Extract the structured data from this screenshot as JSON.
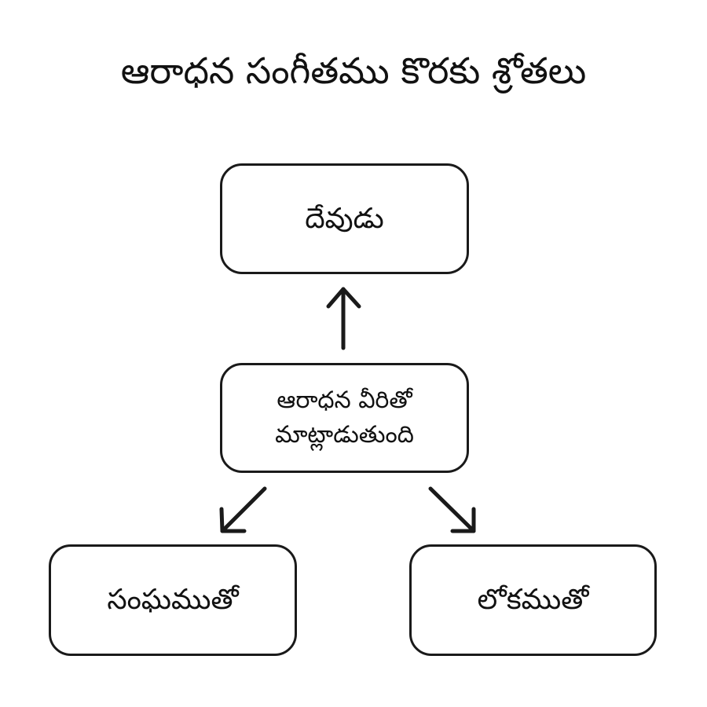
{
  "title": "ఆరాధన సంగీతము కొరకు శ్రోతలు",
  "nodes": {
    "god": "దేవుడు",
    "worship_line1": "ఆరాధన వీరితో",
    "worship_line2": "మాట్లాడుతుంది",
    "church": "సంఘముతో",
    "world": "లోకముతో"
  }
}
